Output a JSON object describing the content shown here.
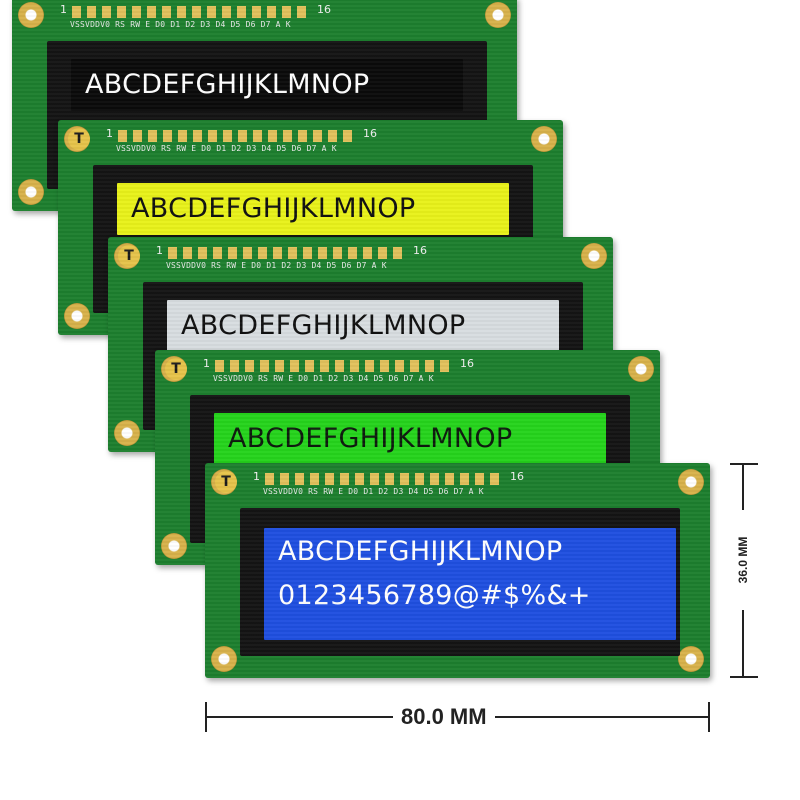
{
  "pin_header": {
    "first_pin": "1",
    "last_pin": "16",
    "labels": "VSSVDDV0 RS RW E D0 D1 D2 D3 D4 D5 D6 D7 A K",
    "logo_glyph": "T"
  },
  "modules": [
    {
      "backlight": "#0a0a0a",
      "text_color": "#ffffff",
      "line1": "ABCDEFGHIJKLMNOP"
    },
    {
      "backlight": "#e8f21a",
      "text_color": "#111111",
      "line1": "ABCDEFGHIJKLMNOP"
    },
    {
      "backlight": "#d8dde0",
      "text_color": "#111111",
      "line1": "ABCDEFGHIJKLMNOP"
    },
    {
      "backlight": "#25d41c",
      "text_color": "#0d1a0d",
      "line1": "ABCDEFGHIJKLMNOP"
    },
    {
      "backlight": "#1f4fe0",
      "text_color": "#ffffff",
      "line1": "ABCDEFGHIJKLMNOP",
      "line2": "0123456789@#$%&+"
    }
  ],
  "dimensions": {
    "width_label": "80.0 MM",
    "height_label": "36.0 MM"
  }
}
